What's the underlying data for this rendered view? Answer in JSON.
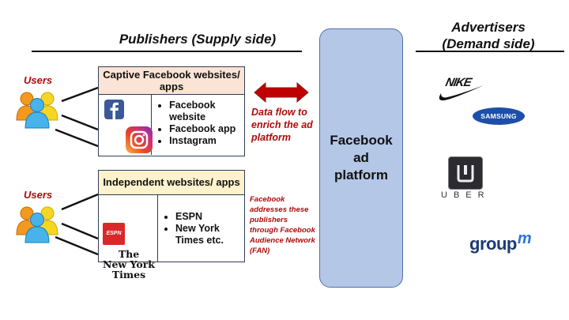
{
  "publishers": {
    "title": "Publishers (Supply side)",
    "users_label_1": "Users",
    "users_label_2": "Users",
    "captive": {
      "header_line1": "Captive Facebook websites/",
      "header_line2": "apps",
      "items": [
        "Facebook website",
        "Facebook app",
        "Instagram"
      ],
      "logos": [
        "facebook-logo",
        "instagram-logo"
      ]
    },
    "independent": {
      "header": "Independent websites/ apps",
      "items": [
        "ESPN",
        "New York Times etc."
      ],
      "logos": [
        "espn-logo",
        "new-york-times-logo"
      ],
      "espn_text": "ESPN",
      "nyt_line1": "The",
      "nyt_line2": "New York",
      "nyt_line3": "Times"
    }
  },
  "annotations": {
    "data_flow": "Data flow to enrich the ad platform",
    "fan_note": "Facebook addresses these publishers through Facebook Audience Network (FAN)"
  },
  "platform": {
    "line1": "Facebook",
    "line2": "ad",
    "line3": "platform"
  },
  "advertisers": {
    "title_line1": "Advertisers",
    "title_line2": "(Demand side)",
    "logos": [
      {
        "name": "Nike",
        "text": "NIKE"
      },
      {
        "name": "Samsung",
        "text": "SAMSUNG"
      },
      {
        "name": "Uber",
        "text": "UBER"
      },
      {
        "name": "GroupM",
        "text": "group",
        "superscript": "m"
      }
    ]
  },
  "colors": {
    "accent_red": "#b00a0a",
    "platform_fill": "#b4c7e7",
    "captive_header": "#fbe4d5",
    "independent_header": "#fff2cc"
  }
}
